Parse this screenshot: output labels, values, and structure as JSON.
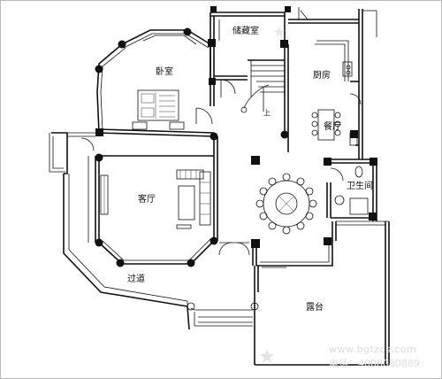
{
  "rooms": {
    "storage": "储藏室",
    "bedroom": "卧室",
    "kitchen": "厨房",
    "dining": "餐厅",
    "living": "客厅",
    "bathroom": "卫生间",
    "corridor": "过道",
    "terrace": "露台"
  },
  "stairs": {
    "up_label": "上"
  },
  "watermark": {
    "url": "www.bgtzcs.com",
    "phone": "电话：4008080889"
  },
  "colors": {
    "background": "#ffffff",
    "ink": "#111111",
    "watermark": "#dcdcdc"
  }
}
